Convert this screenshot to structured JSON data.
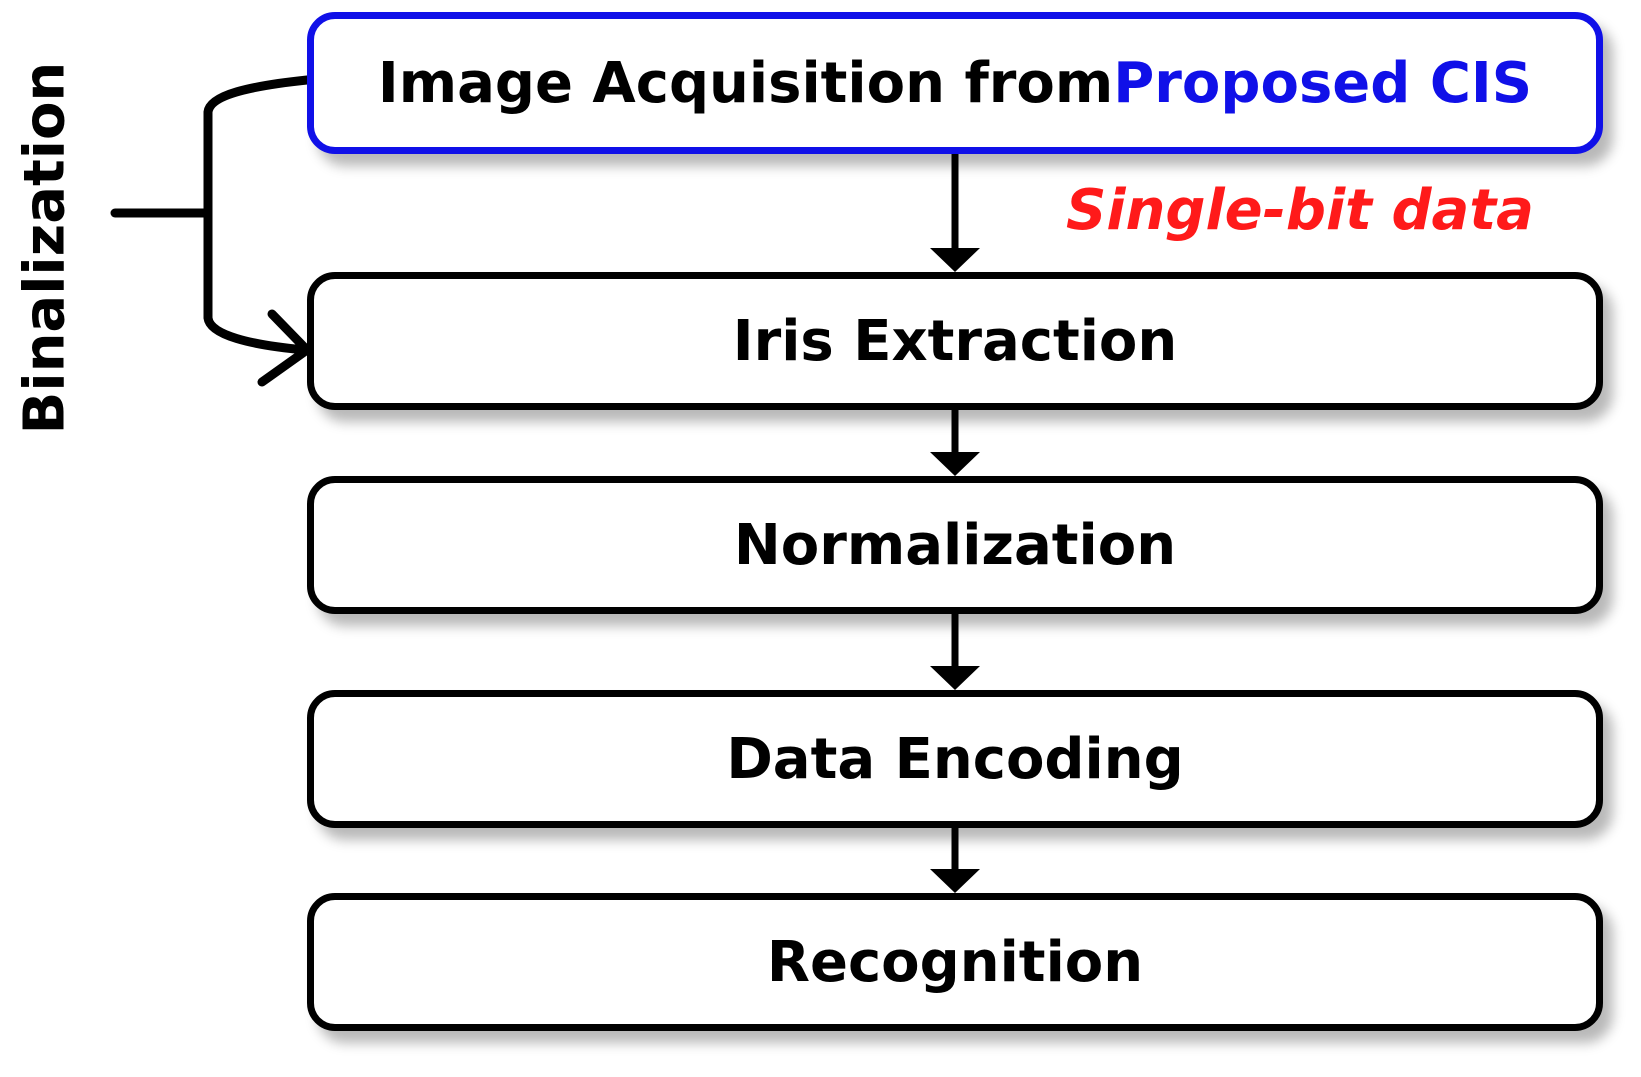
{
  "diagram": {
    "steps": [
      {
        "text": "Image Acquisition from ",
        "accent": "Proposed CIS"
      },
      {
        "text": "Iris Extraction"
      },
      {
        "text": "Normalization"
      },
      {
        "text": "Data Encoding"
      },
      {
        "text": "Recognition"
      }
    ],
    "annotation": "Single-bit data",
    "side_label": "Binalization"
  },
  "colors": {
    "accent": "#1010e8",
    "annotation": "#ff1a1a",
    "stroke": "#000000"
  }
}
